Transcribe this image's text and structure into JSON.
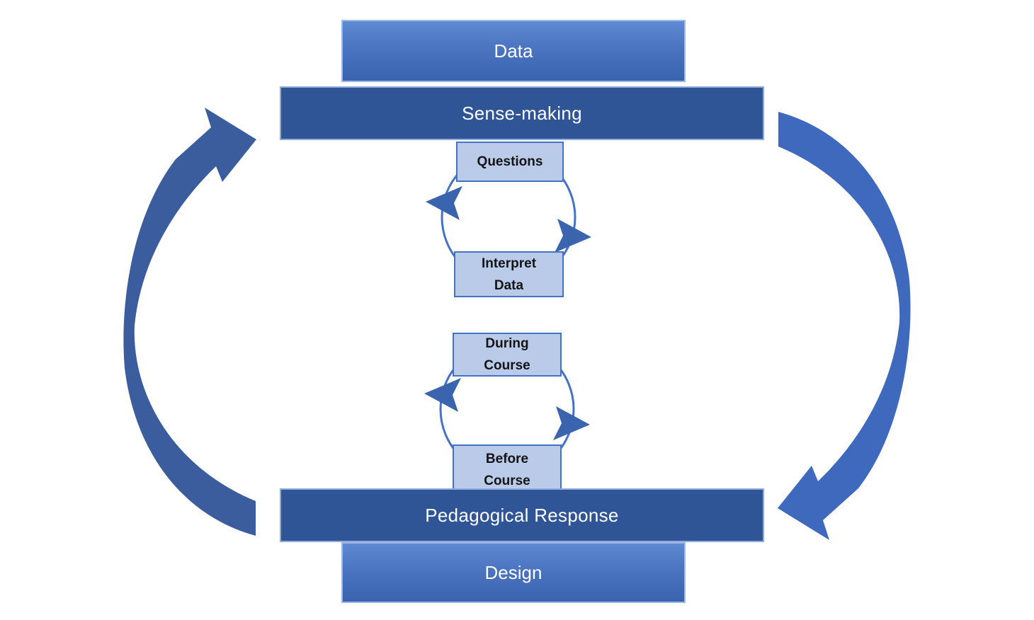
{
  "diagram": {
    "data_box": {
      "label": "Data"
    },
    "sense_making_bar": {
      "label": "Sense-making"
    },
    "questions_box": {
      "label": "Questions"
    },
    "interpret_data_box": {
      "label": "Interpret\nData"
    },
    "during_course_box": {
      "label": "During\nCourse"
    },
    "before_course_box": {
      "label": "Before\nCourse"
    },
    "pedagogical_response_bar": {
      "label": "Pedagogical Response"
    },
    "design_box": {
      "label": "Design"
    }
  },
  "icons": {
    "left_big_arrow": "curved-arrow-pointing-up-to-sense-making",
    "right_big_arrow": "curved-arrow-pointing-down-to-pedagogical-response",
    "cycle_top": "circular-cycle-arrows-questions-interpret",
    "cycle_bottom": "circular-cycle-arrows-during-before"
  },
  "colors": {
    "background": "#FFFFFF",
    "bar_fill": "#2F5597",
    "bar_border": "#8FAADC",
    "light_box_fill": "#B9CBE9",
    "light_box_border": "#4472C4",
    "gradient_box_top": "#5F89D2",
    "gradient_box_bottom": "#3A63AE",
    "big_arrow_left": "#3B5D9D",
    "big_arrow_right": "#3E69BD",
    "cycle_stroke": "#4472C4",
    "cycle_arrowhead": "#3A64AE",
    "box_text": "#141414",
    "bar_text": "#FFFFFF"
  }
}
